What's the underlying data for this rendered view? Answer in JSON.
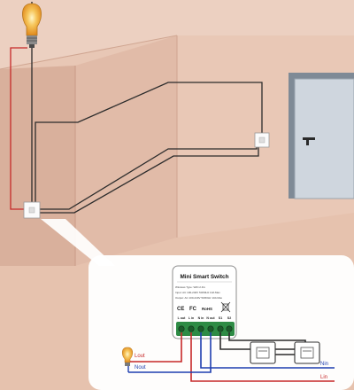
{
  "module": {
    "title": "Mini Smart Switch",
    "specs": [
      "Wireless Type: WiFi 2.4G",
      "Input: AC 100-240V 50/60Hz 10A Max",
      "Output: AC 100-240V 50/60Hz 10A Max"
    ],
    "terminals": [
      "L out",
      "L in",
      "N in",
      "N out",
      "S1",
      "S2"
    ],
    "cert_marks": [
      "CE",
      "FC",
      "RoHS"
    ]
  },
  "labels": {
    "lout": "Lout",
    "nout": "Nout",
    "nin": "Nin",
    "lin": "Lin"
  },
  "colors": {
    "wall_back": "#e8c7b5",
    "wall_side": "#d6ab96",
    "live_wire": "#c62828",
    "neutral_wire": "#1f3fb0",
    "wire": "#2b2b2b"
  }
}
